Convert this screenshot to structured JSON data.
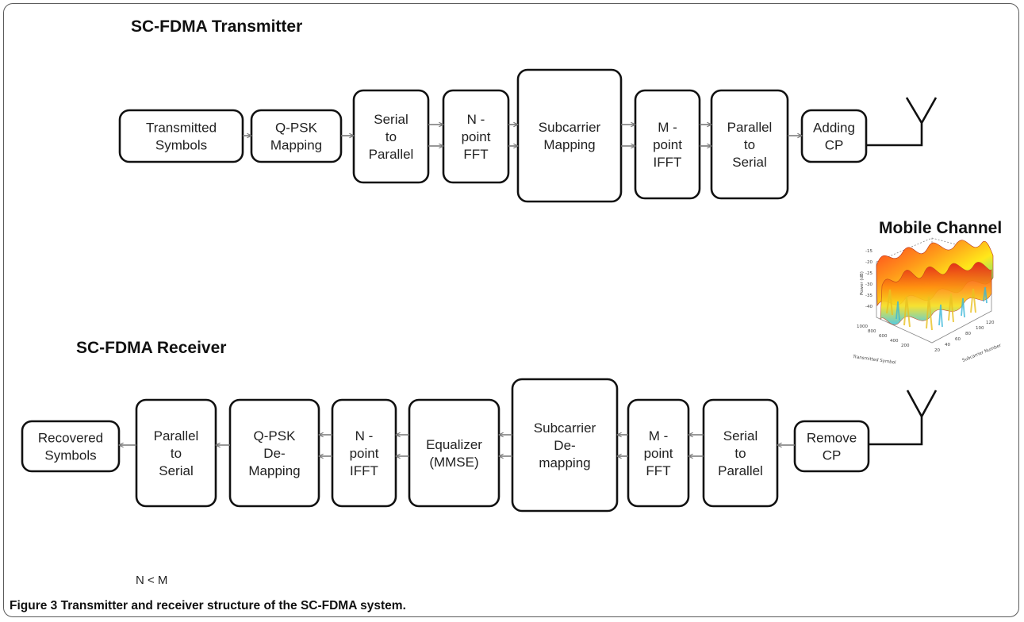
{
  "transmitter": {
    "heading": "SC-FDMA Transmitter",
    "blocks": [
      {
        "lines": [
          "Transmitted",
          "Symbols"
        ]
      },
      {
        "lines": [
          "Q-PSK",
          "Mapping"
        ]
      },
      {
        "lines": [
          "Serial",
          "to",
          "Parallel"
        ]
      },
      {
        "lines": [
          "N -",
          "point",
          "FFT"
        ]
      },
      {
        "lines": [
          "Subcarrier",
          "Mapping"
        ]
      },
      {
        "lines": [
          "M -",
          "point",
          "IFFT"
        ]
      },
      {
        "lines": [
          "Parallel",
          "to",
          "Serial"
        ]
      },
      {
        "lines": [
          "Adding",
          "CP"
        ]
      }
    ]
  },
  "channel": {
    "heading": "Mobile Channel",
    "plot": {
      "zlabel": "Power (dB)",
      "xlabel": "Subcarrier Number",
      "ylabel": "Transmitted Symbol",
      "z_ticks": [
        "-15",
        "-20",
        "-25",
        "-30",
        "-35",
        "-40"
      ],
      "x_ticks": [
        "20",
        "40",
        "60",
        "80",
        "100",
        "120"
      ],
      "y_ticks": [
        "1000",
        "800",
        "600",
        "400",
        "200"
      ]
    }
  },
  "receiver": {
    "heading": "SC-FDMA Receiver",
    "blocks": [
      {
        "lines": [
          "Recovered",
          "Symbols"
        ]
      },
      {
        "lines": [
          "Parallel",
          "to",
          "Serial"
        ]
      },
      {
        "lines": [
          "Q-PSK",
          "De-",
          "Mapping"
        ]
      },
      {
        "lines": [
          "N -",
          "point",
          "IFFT"
        ]
      },
      {
        "lines": [
          "Equalizer",
          "(MMSE)"
        ]
      },
      {
        "lines": [
          "Subcarrier",
          "De-",
          "mapping"
        ]
      },
      {
        "lines": [
          "M -",
          "point",
          "FFT"
        ]
      },
      {
        "lines": [
          "Serial",
          "to",
          "Parallel"
        ]
      },
      {
        "lines": [
          "Remove",
          "CP"
        ]
      }
    ]
  },
  "note": "N < M",
  "caption": {
    "label": "Figure 3",
    "text": " Transmitter and receiver structure of the SC-FDMA system."
  }
}
